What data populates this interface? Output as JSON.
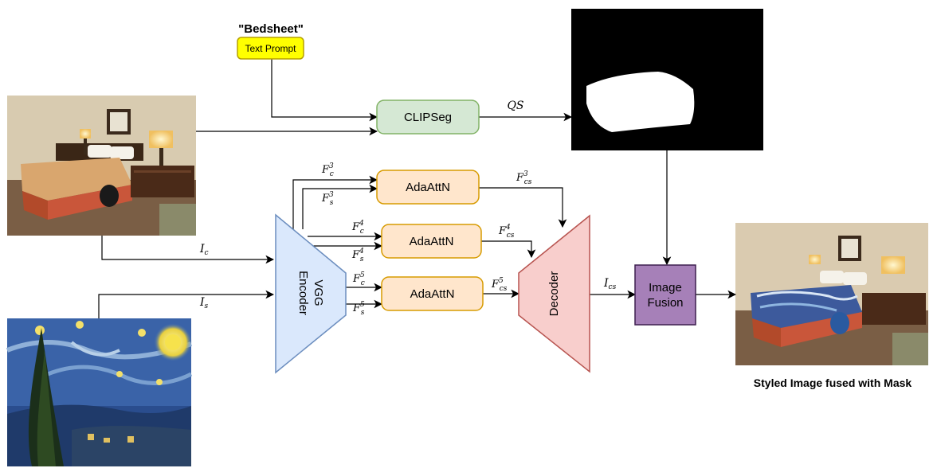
{
  "prompt": {
    "quote": "\"Bedsheet\"",
    "label": "Text Prompt"
  },
  "blocks": {
    "clipseg": "CLIPSeg",
    "adaattn": [
      "AdaAttN",
      "AdaAttN",
      "AdaAttN"
    ],
    "encoder": [
      "VGG",
      "Encoder"
    ],
    "decoder": "Decoder",
    "fusion": [
      "Image",
      "Fusion"
    ]
  },
  "signals": {
    "qs": "QS",
    "ic": {
      "base": "I",
      "sub": "c"
    },
    "is": {
      "base": "I",
      "sub": "s"
    },
    "ics": {
      "base": "I",
      "sub": "cs"
    },
    "fc": [
      {
        "base": "F",
        "sub": "c",
        "sup": "3"
      },
      {
        "base": "F",
        "sub": "c",
        "sup": "4"
      },
      {
        "base": "F",
        "sub": "c",
        "sup": "5"
      }
    ],
    "fs": [
      {
        "base": "F",
        "sub": "s",
        "sup": "3"
      },
      {
        "base": "F",
        "sub": "s",
        "sup": "4"
      },
      {
        "base": "F",
        "sub": "s",
        "sup": "5"
      }
    ],
    "fcs": [
      {
        "base": "F",
        "sub": "cs",
        "sup": "3"
      },
      {
        "base": "F",
        "sub": "cs",
        "sup": "4"
      },
      {
        "base": "F",
        "sub": "cs",
        "sup": "5"
      }
    ]
  },
  "output_caption": "Styled Image fused with Mask",
  "colors": {
    "prompt_fill": "#ffff00",
    "prompt_stroke": "#b5a000",
    "clipseg_fill": "#d5e8d4",
    "clipseg_stroke": "#82b366",
    "adaattn_fill": "#ffe6cc",
    "adaattn_stroke": "#d79b00",
    "encoder_fill": "#dae8fc",
    "encoder_stroke": "#6c8ebf",
    "decoder_fill": "#f8cecc",
    "decoder_stroke": "#b85450",
    "fusion_fill": "#a680b8",
    "fusion_stroke": "#3d1f4f"
  }
}
